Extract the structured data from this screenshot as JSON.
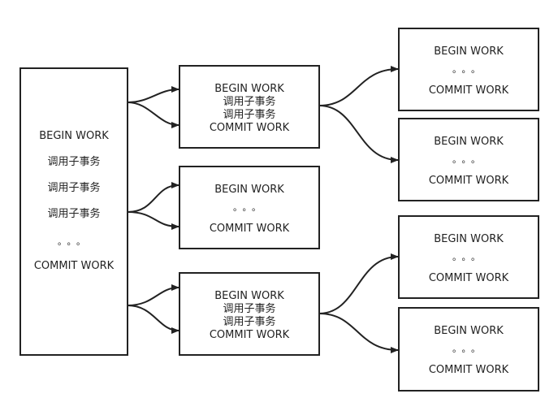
{
  "root": {
    "begin": "BEGIN WORK",
    "calls": [
      "调用子事务",
      "调用子事务",
      "调用子事务"
    ],
    "dots": "。。。",
    "commit": "COMMIT WORK"
  },
  "middle": [
    {
      "lines": [
        "BEGIN WORK",
        "调用子事务",
        "调用子事务",
        "COMMIT WORK"
      ]
    },
    {
      "lines": [
        "BEGIN WORK",
        "。。。",
        "COMMIT WORK"
      ]
    },
    {
      "lines": [
        "BEGIN WORK",
        "调用子事务",
        "调用子事务",
        "COMMIT WORK"
      ]
    }
  ],
  "leaves": [
    {
      "lines": [
        "BEGIN WORK",
        "。。。",
        "COMMIT WORK"
      ]
    },
    {
      "lines": [
        "BEGIN WORK",
        "。。。",
        "COMMIT WORK"
      ]
    },
    {
      "lines": [
        "BEGIN WORK",
        "。。。",
        "COMMIT WORK"
      ]
    },
    {
      "lines": [
        "BEGIN WORK",
        "。。。",
        "COMMIT WORK"
      ]
    }
  ]
}
